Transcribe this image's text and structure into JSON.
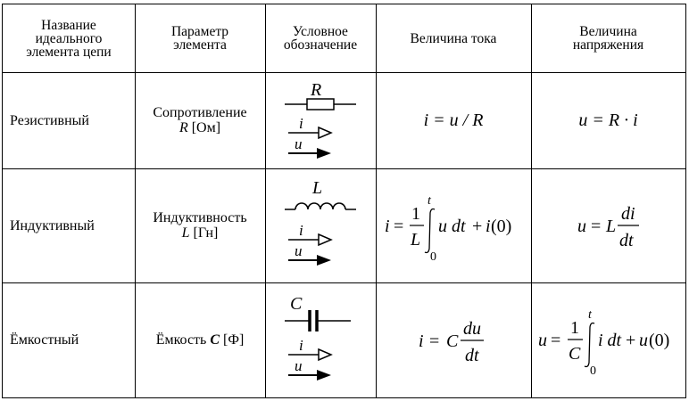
{
  "headers": {
    "name": "Название идеального элемента цепи",
    "param": "Параметр элемента",
    "symbol": "Условное обозначение",
    "current": "Величина тока",
    "voltage": "Величина напряжения"
  },
  "rows": [
    {
      "name": "Резистивный",
      "param_line1": "Сопротивление",
      "param_sym": "R",
      "param_unit": "[Ом]",
      "symbol_label": "R",
      "current_formula": "i = u / R",
      "voltage_formula": "u = R · i"
    },
    {
      "name": "Индуктивный",
      "param_line1": "Индуктивность",
      "param_sym": "L",
      "param_unit": "[Гн]",
      "symbol_label": "L"
    },
    {
      "name": "Ёмкостный",
      "param_line1": "Ёмкость",
      "param_sym": "C",
      "param_unit": "[Ф]",
      "symbol_label": "C"
    }
  ],
  "arrow_labels": {
    "current": "i",
    "voltage": "u"
  }
}
